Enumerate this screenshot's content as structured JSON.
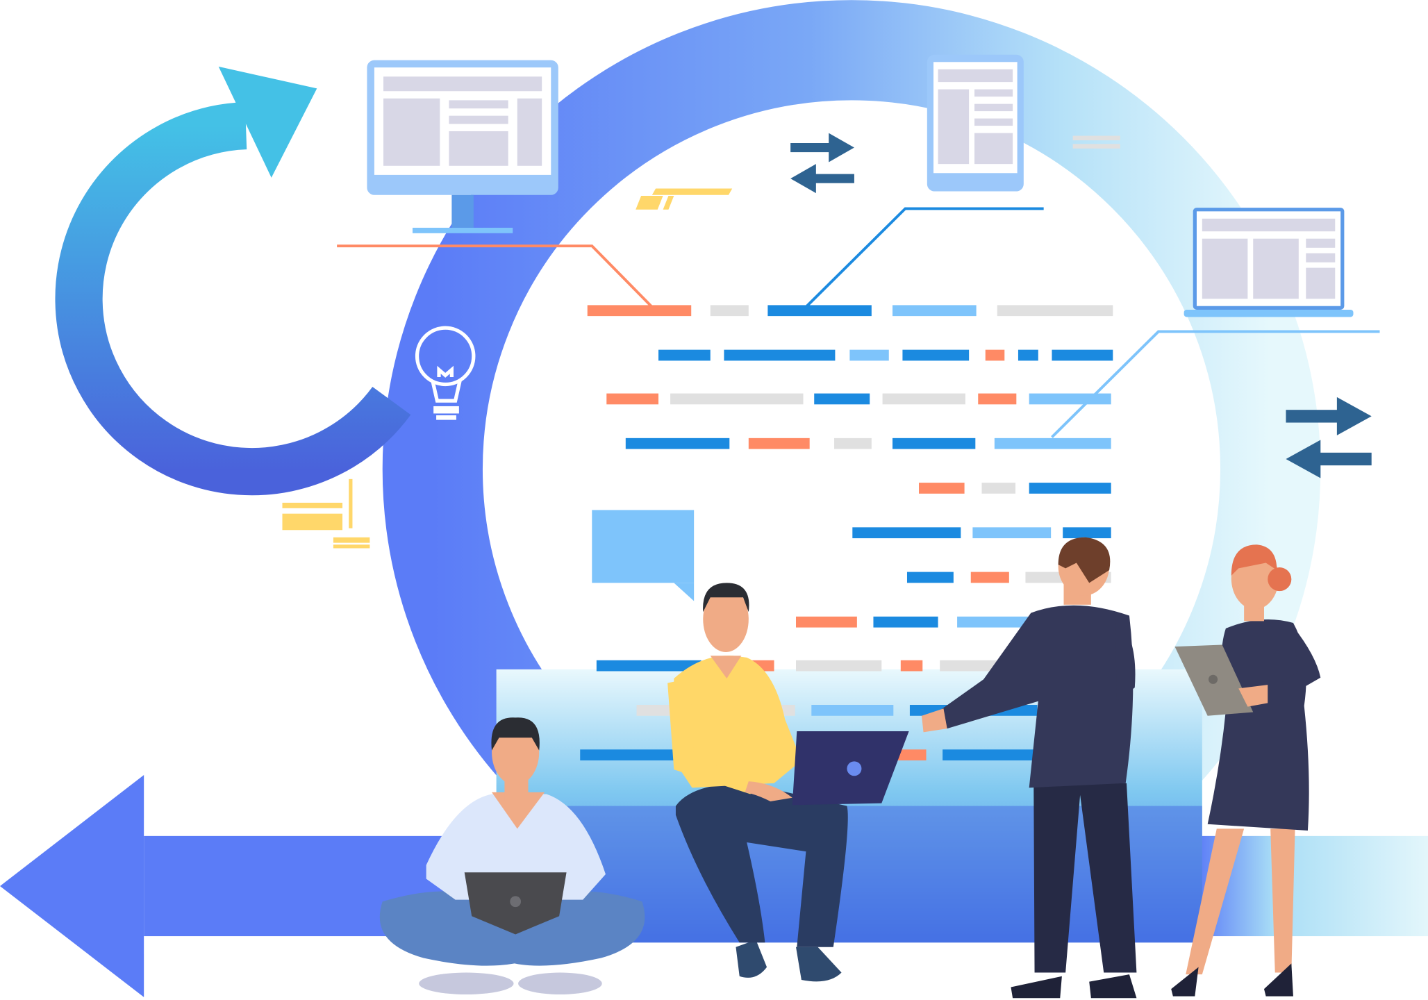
{
  "scene": {
    "colors": {
      "background": "#ffffff",
      "blue_primary": "#5b7cf7",
      "blue_cyan": "#44c1e6",
      "blue_light": "#7ec4fb",
      "blue_mid": "#1b8ae0",
      "orange": "#ff8a65",
      "gray_bar": "#e0e0e0",
      "yellow": "#ffd76a",
      "navy": "#323656",
      "skin": "#f0ab86",
      "screen_panel": "#d8d7e6",
      "arrow_navy": "#2e6391"
    },
    "icons": [
      "refresh-arrow-icon",
      "lightbulb-icon",
      "monitor-icon",
      "tablet-icon",
      "laptop-icon",
      "exchange-arrows-icon",
      "chat-bubble-icon",
      "back-arrow-icon"
    ],
    "people": [
      "man-sitting-with-laptop",
      "man-in-yellow-shirt",
      "businessman",
      "businesswoman-with-tablet"
    ]
  }
}
